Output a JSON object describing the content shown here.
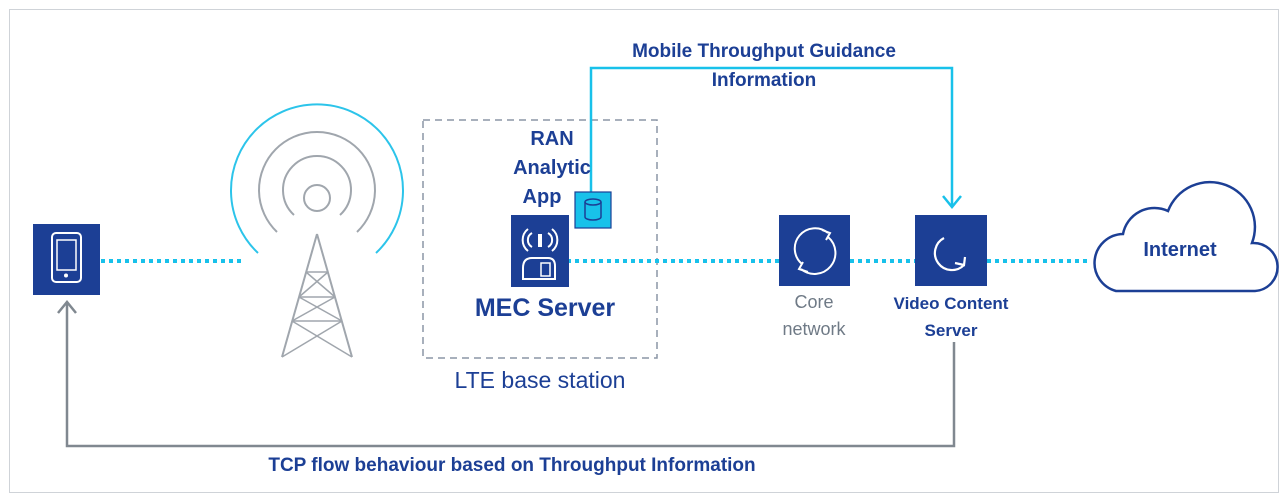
{
  "labels": {
    "mtg_line1": "Mobile Throughput Guidance",
    "mtg_line2": "Information",
    "ran_line1": "RAN",
    "ran_line2": "Analytic",
    "ran_line3": "App",
    "mec_server": "MEC Server",
    "lte_base_station": "LTE base station",
    "core_line1": "Core",
    "core_line2": "network",
    "vcs_line1": "Video Content",
    "vcs_line2": "Server",
    "internet": "Internet",
    "tcp_flow": "TCP flow behaviour based on Throughput Information"
  },
  "colors": {
    "navy": "#1c3f95",
    "cyan": "#18c1ea",
    "gray_arrow": "#808890",
    "tower_gray": "#a0a6ad",
    "dashed_box": "#8b95a6",
    "ring_cyan": "#2cc4ea"
  },
  "icons": {
    "device": "smartphone-icon",
    "antenna": "radio-tower-icon",
    "mec": "wireless-signal-icon",
    "app": "database-icon",
    "core": "sync-arrows-icon",
    "video": "refresh-arrow-icon",
    "cloud": "cloud-icon"
  }
}
